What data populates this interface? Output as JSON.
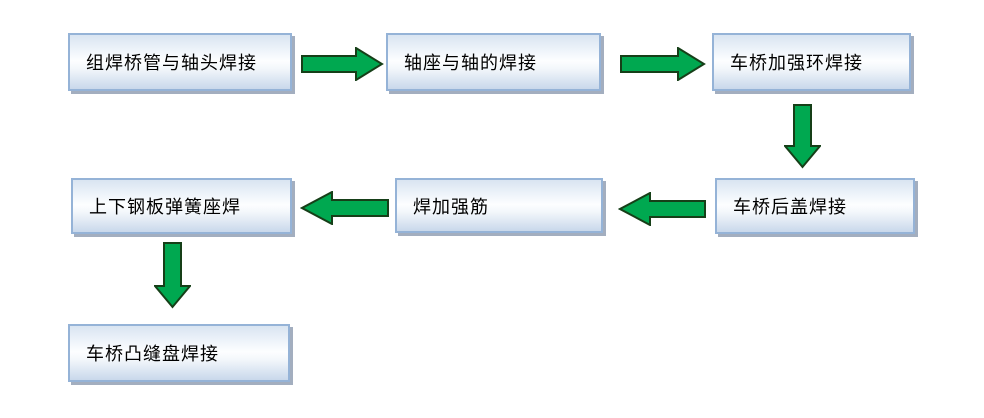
{
  "theme": {
    "background": "#ffffff",
    "arrow_fill": "#00a850",
    "arrow_outline": "#163f18",
    "box_border": "#95b3d7",
    "box_gradient_top": "#d9e4f1",
    "box_gradient_bottom": "#c9d8eb",
    "box_shadow": "#a3aebf",
    "text_color": "#000000"
  },
  "flowchart": {
    "nodes": [
      {
        "id": "node-1",
        "label": "组焊桥管与轴头焊接"
      },
      {
        "id": "node-2",
        "label": "轴座与轴的焊接"
      },
      {
        "id": "node-3",
        "label": "车桥加强环焊接"
      },
      {
        "id": "node-4",
        "label": "车桥后盖焊接"
      },
      {
        "id": "node-5",
        "label": "焊加强筋"
      },
      {
        "id": "node-6",
        "label": "上下钢板弹簧座焊"
      },
      {
        "id": "node-7",
        "label": "车桥凸缝盘焊接"
      }
    ],
    "connections": [
      {
        "from": "组焊桥管与轴头焊接",
        "to": "轴座与轴的焊接",
        "direction": "right"
      },
      {
        "from": "轴座与轴的焊接",
        "to": "车桥加强环焊接",
        "direction": "right"
      },
      {
        "from": "车桥加强环焊接",
        "to": "车桥后盖焊接",
        "direction": "down"
      },
      {
        "from": "车桥后盖焊接",
        "to": "焊加强筋",
        "direction": "left"
      },
      {
        "from": "焊加强筋",
        "to": "上下钢板弹簧座焊",
        "direction": "left"
      },
      {
        "from": "上下钢板弹簧座焊",
        "to": "车桥凸缝盘焊接",
        "direction": "down"
      }
    ]
  }
}
